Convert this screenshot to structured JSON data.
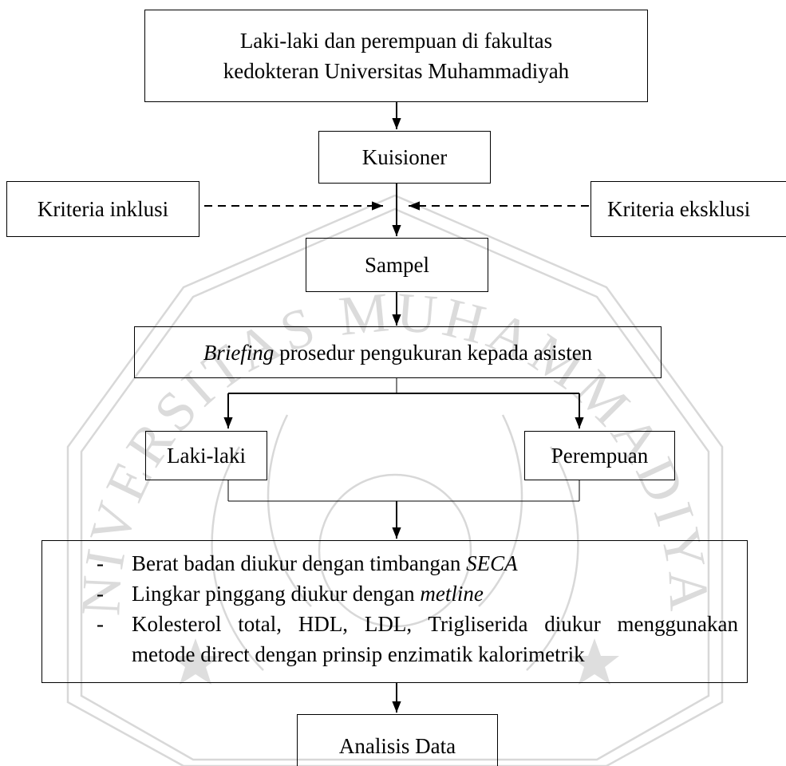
{
  "nodes": {
    "population": {
      "line1": "Laki-laki dan perempuan di fakultas",
      "line2": "kedokteran Universitas Muhammadiyah"
    },
    "questionnaire": "Kuisioner",
    "inclusion": "Kriteria inklusi",
    "exclusion": "Kriteria eksklusi",
    "sample": "Sampel",
    "briefing": {
      "italic": "Briefing",
      "rest": " prosedur pengukuran kepada asisten"
    },
    "male": "Laki-laki",
    "female": "Perempuan",
    "measurements": {
      "bullet": "-",
      "item1": {
        "text": "Berat badan diukur dengan timbangan ",
        "italic": "SECA"
      },
      "item2": {
        "text": "Lingkar pinggang diukur dengan ",
        "italic": "metline"
      },
      "item3": {
        "line1": "Kolesterol total, HDL, LDL, Trigliserida diukur menggunakan",
        "line2": "metode direct dengan prinsip enzimatik kalorimetrik"
      }
    },
    "analysis": "Analisis Data"
  },
  "watermark": {
    "text": "UNIVERSITAS MUHAMMADIYAH",
    "color": "#c8c8c8"
  },
  "colors": {
    "line": "#000000",
    "text": "#000000"
  }
}
